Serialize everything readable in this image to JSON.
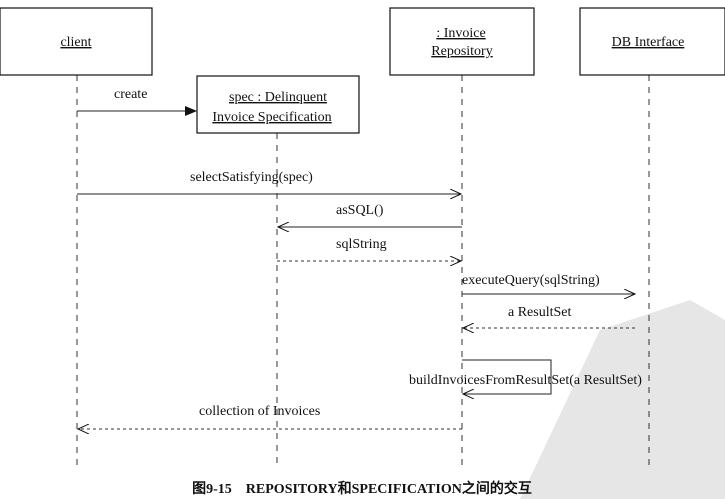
{
  "participants": {
    "client": [
      "client"
    ],
    "spec": [
      "spec : Delinquent",
      "Invoice Specification"
    ],
    "repo": [
      ": Invoice",
      "Repository"
    ],
    "db": [
      "DB Interface"
    ]
  },
  "messages": {
    "create": "create",
    "selectSatisfying": "selectSatisfying(spec)",
    "asSQL": "asSQL()",
    "sqlString": "sqlString",
    "executeQuery": "executeQuery(sqlString)",
    "resultSet": "a ResultSet",
    "buildInvoices": "buildInvoicesFromResultSet(a ResultSet)",
    "collection": "collection of Invoices"
  },
  "caption": "图9-15　REPOSITORY和SPECIFICATION之间的交互"
}
